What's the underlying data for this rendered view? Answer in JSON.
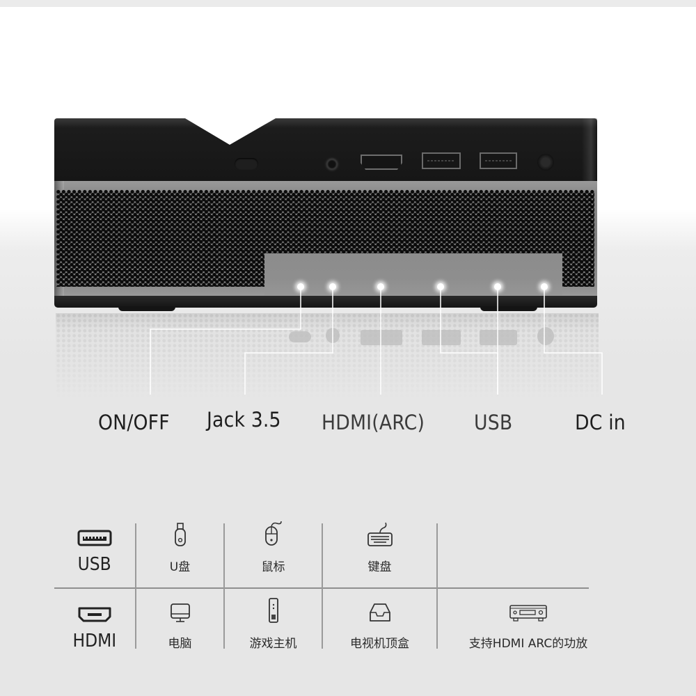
{
  "colors": {
    "background": "#e6e6e6",
    "device_top": "#161616",
    "device_band": "#888888",
    "callout_line": "#ffffff",
    "label_text": "#1e1e1e",
    "divider": "#9a9a9a"
  },
  "device": {
    "name": "projector-rear-panel",
    "ports": [
      {
        "id": "on-off",
        "icon": "power-button-icon"
      },
      {
        "id": "jack-3-5",
        "icon": "audio-jack-icon"
      },
      {
        "id": "hdmi-arc",
        "icon": "hdmi-port-icon"
      },
      {
        "id": "usb-1",
        "icon": "usb-port-icon"
      },
      {
        "id": "usb-2",
        "icon": "usb-port-icon"
      },
      {
        "id": "dc-in",
        "icon": "dc-power-jack-icon"
      }
    ]
  },
  "port_labels": [
    {
      "text": "ON/OFF"
    },
    {
      "text": "Jack 3.5"
    },
    {
      "text": "HDMI(ARC)"
    },
    {
      "text": "USB"
    },
    {
      "text": "DC in"
    }
  ],
  "compat_table": {
    "rows": [
      {
        "header": {
          "label": "USB",
          "icon": "usb-port-icon"
        },
        "items": [
          {
            "label": "U盘",
            "icon": "usb-flash-drive-icon"
          },
          {
            "label": "鼠标",
            "icon": "mouse-icon"
          },
          {
            "label": "键盘",
            "icon": "keyboard-icon"
          }
        ]
      },
      {
        "header": {
          "label": "HDMI",
          "icon": "hdmi-port-icon"
        },
        "items": [
          {
            "label": "电脑",
            "icon": "computer-monitor-icon"
          },
          {
            "label": "游戏主机",
            "icon": "game-console-icon"
          },
          {
            "label": "电视机顶盒",
            "icon": "set-top-box-icon"
          },
          {
            "label": "支持HDMI ARC的功放",
            "icon": "av-receiver-icon"
          }
        ]
      }
    ]
  }
}
